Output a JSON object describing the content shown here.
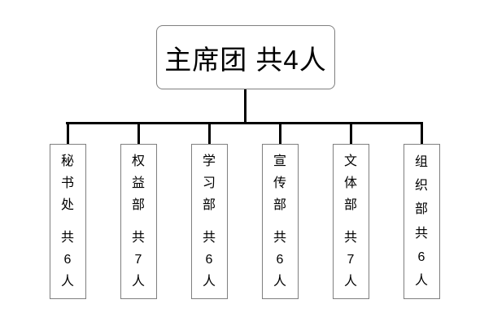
{
  "chart": {
    "type": "org-tree",
    "root": {
      "label": "主席团 共4人",
      "name": "主席团",
      "count_label": "共4人",
      "count": 4
    },
    "departments": [
      {
        "name": "秘书处",
        "count_label": "共6人",
        "count": 6
      },
      {
        "name": "权益部",
        "count_label": "共7人",
        "count": 7
      },
      {
        "name": "学习部",
        "count_label": "共6人",
        "count": 6
      },
      {
        "name": "宣传部",
        "count_label": "共6人",
        "count": 6
      },
      {
        "name": "文体部",
        "count_label": "共7人",
        "count": 7
      },
      {
        "name": "组织部",
        "count_label": "共6人",
        "count": 6
      }
    ],
    "colors": {
      "background": "#ffffff",
      "connector": "#000000",
      "box_border": "#7f7f7f",
      "text": "#000000"
    }
  }
}
